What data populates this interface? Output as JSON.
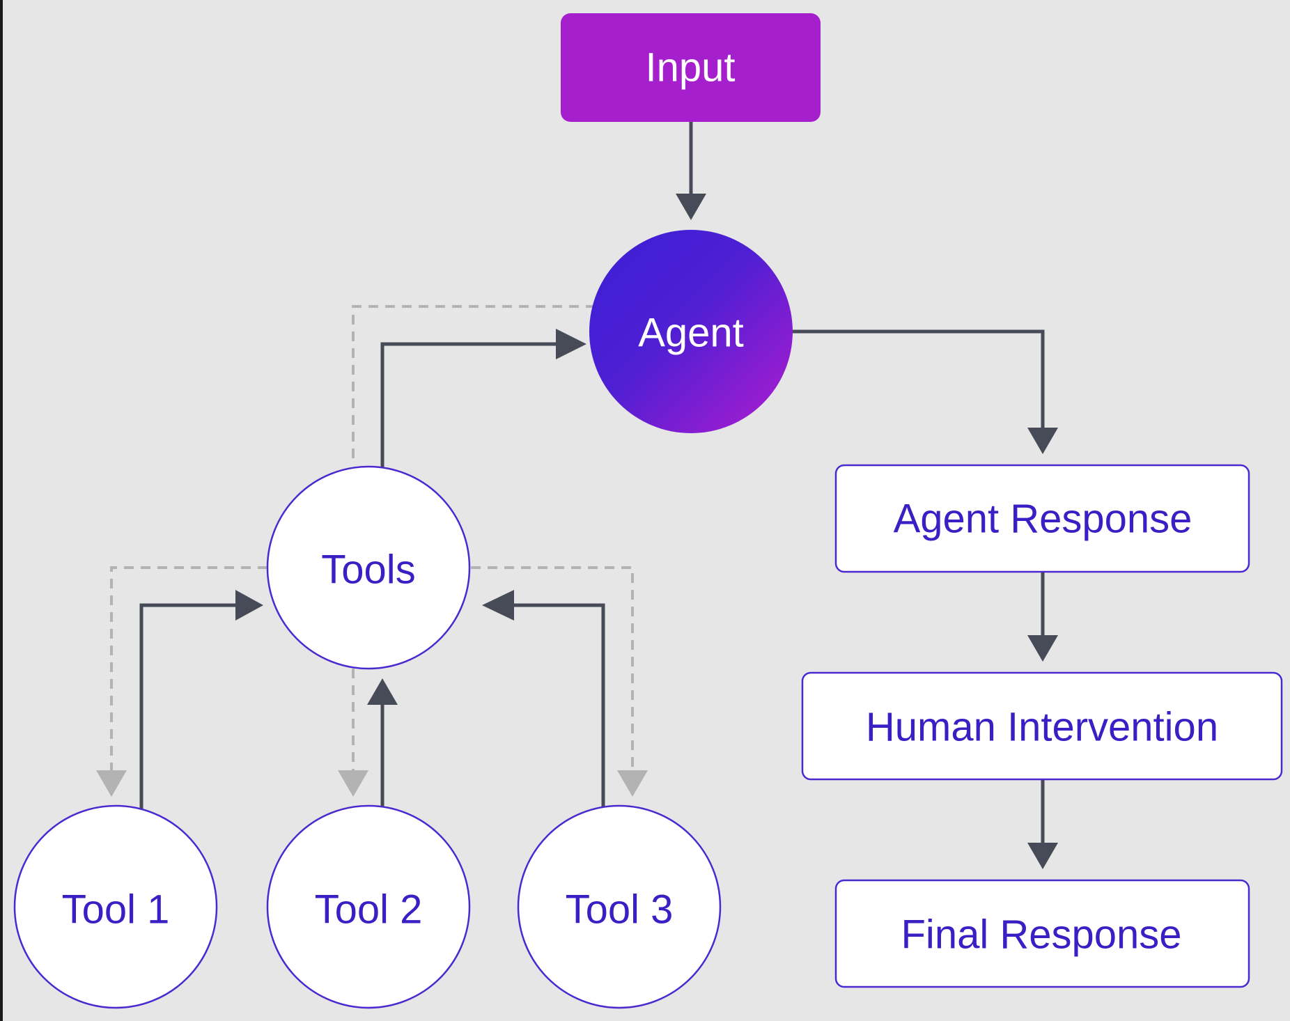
{
  "colors": {
    "background": "#e6e6e6",
    "frame": "#1a1a1a",
    "accent_purple": "#a61fcd",
    "agent_gradient_start": "#3a1fd6",
    "agent_gradient_end": "#b11ccf",
    "node_stroke": "#4a2ad0",
    "node_text": "#3b1fc4",
    "arrow_solid": "#474a57",
    "arrow_dashed": "#b3b3b3",
    "white": "#ffffff"
  },
  "nodes": {
    "input": "Input",
    "agent": "Agent",
    "tools": "Tools",
    "tool1": "Tool 1",
    "tool2": "Tool 2",
    "tool3": "Tool 3",
    "agent_response": "Agent Response",
    "human_intervention": "Human Intervention",
    "final_response": "Final Response"
  }
}
